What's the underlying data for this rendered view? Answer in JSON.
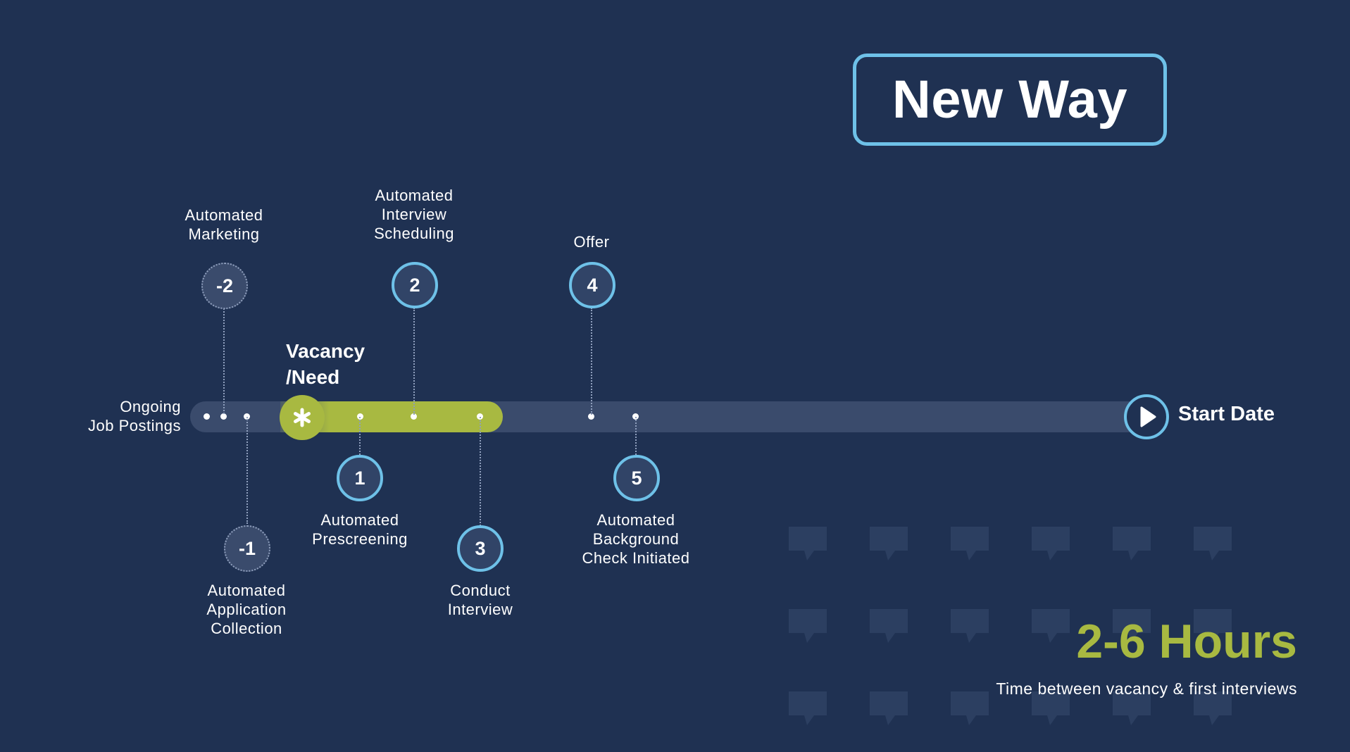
{
  "title": "New Way",
  "timeline": {
    "ongoing_label": "Ongoing\nJob Postings",
    "vacancy_label": "Vacancy\n/Need",
    "start_label": "Start Date",
    "steps": [
      {
        "number": "-2",
        "label": "Automated\nMarketing"
      },
      {
        "number": "-1",
        "label": "Automated\nApplication\nCollection"
      },
      {
        "number": "1",
        "label": "Automated\nPrescreening"
      },
      {
        "number": "2",
        "label": "Automated\nInterview\nScheduling"
      },
      {
        "number": "3",
        "label": "Conduct\nInterview"
      },
      {
        "number": "4",
        "label": "Offer"
      },
      {
        "number": "5",
        "label": "Automated\nBackground\nCheck Initiated"
      }
    ]
  },
  "summary": {
    "value": "2-6 Hours",
    "caption": "Time between vacancy & first interviews"
  },
  "colors": {
    "background": "#1f3152",
    "accent_green": "#a8b941",
    "accent_blue": "#6ec1e8",
    "track": "#3a4b6c"
  },
  "icons": {
    "vacancy": "asterisk-icon",
    "start": "play-icon",
    "background_pattern": "speech-bubble-icon"
  }
}
